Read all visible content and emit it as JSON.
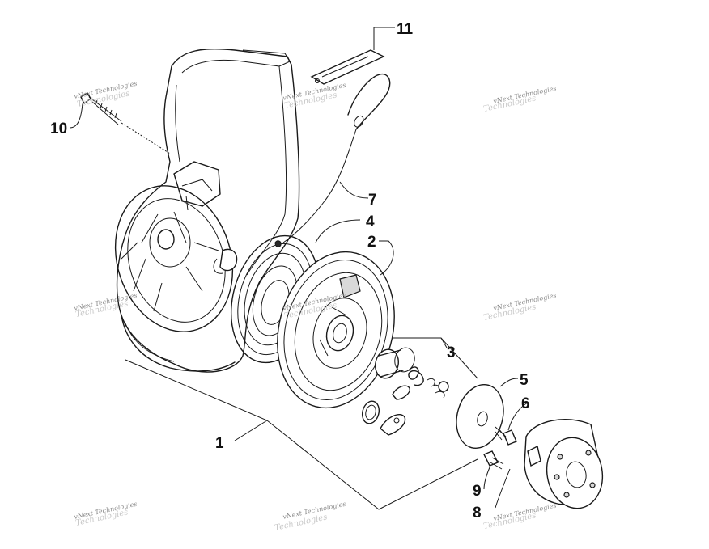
{
  "callouts": [
    {
      "id": "1",
      "label": "1"
    },
    {
      "id": "2",
      "label": "2"
    },
    {
      "id": "3",
      "label": "3"
    },
    {
      "id": "4",
      "label": "4"
    },
    {
      "id": "5",
      "label": "5"
    },
    {
      "id": "6",
      "label": "6"
    },
    {
      "id": "7",
      "label": "7"
    },
    {
      "id": "8",
      "label": "8"
    },
    {
      "id": "9",
      "label": "9"
    },
    {
      "id": "10",
      "label": "10"
    },
    {
      "id": "11",
      "label": "11"
    }
  ],
  "watermark": {
    "text": "vNext Technologies",
    "shadow_text": "Technologies"
  },
  "colors": {
    "line": "#1a1a1a",
    "background": "#ffffff",
    "watermark": "#888888"
  }
}
